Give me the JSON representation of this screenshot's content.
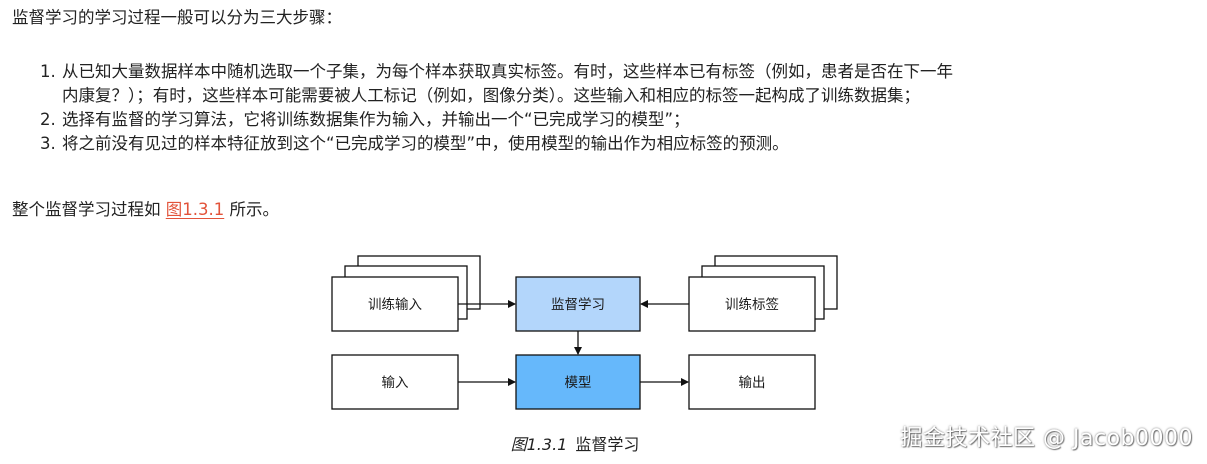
{
  "intro": "监督学习的学习过程一般可以分为三大步骤：",
  "steps": [
    {
      "number": "1.",
      "lines": [
        "从已知大量数据样本中随机选取一个子集，为每个样本获取真实标签。有时，这些样本已有标签（例如，患者是否在下一年",
        "内康复？）；有时，这些样本可能需要被人工标记（例如，图像分类）。这些输入和相应的标签一起构成了训练数据集；"
      ]
    },
    {
      "number": "2.",
      "lines": [
        "选择有监督的学习算法，它将训练数据集作为输入，并输出一个“已完成学习的模型”；"
      ]
    },
    {
      "number": "3.",
      "lines": [
        "将之前没有见过的样本特征放到这个“已完成学习的模型”中，使用模型的输出作为相应标签的预测。"
      ]
    }
  ],
  "summary": {
    "prefix": "整个监督学习过程如",
    "link": "图1.3.1",
    "suffix": "所示。"
  },
  "diagram": {
    "nodes": {
      "train_input": "训练输入",
      "supervised_learning": "监督学习",
      "train_labels": "训练标签",
      "input": "输入",
      "model": "模型",
      "output": "输出"
    },
    "colors": {
      "supervised_learning_fill": "#b3d6fb",
      "model_fill": "#66b8fb",
      "link_color": "#e2533a"
    }
  },
  "caption": {
    "label": "图1.3.1",
    "title": "监督学习"
  },
  "watermark": "掘金技术社区 @ Jacob0000"
}
